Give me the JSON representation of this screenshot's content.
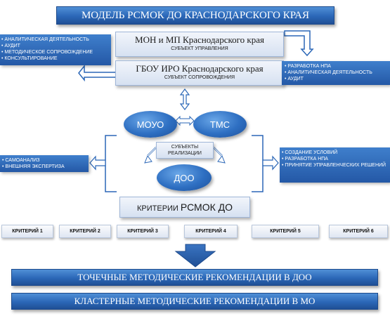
{
  "title": "МОДЕЛЬ РСМОК ДО КРАСНОДАРСКОГО КРАЯ",
  "mon_box": {
    "title": "МОН и МП Краснодарского края",
    "subtitle": "СУБЪЕКТ УПРАВЛЕНИЯ"
  },
  "gbou_box": {
    "title": "ГБОУ ИРО Краснодарского края",
    "subtitle": "СУБЪЕКТ СОПРОВОЖДЕНИЯ"
  },
  "top_left_list": [
    "АНАЛИТИЧЕСКАЯ ДЕЯТЕЛЬНОСТЬ",
    "АУДИТ",
    "МЕТОДИЧЕСКОЕ СОПРОВОЖДЕНИЕ",
    "КОНСУЛЬТИРОВАНИЕ"
  ],
  "top_right_list": [
    "РАЗРАБОТКА НПА",
    "АНАЛИТИЧЕСКАЯ ДЕЯТЕЛЬНОСТЬ",
    "АУДИТ"
  ],
  "ellipses": {
    "mouo": "МОУО",
    "tms": "ТМС",
    "doo": "ДОО"
  },
  "subjects_label": [
    "СУБЪЕКТЫ",
    "РЕАЛИЗАЦИИ"
  ],
  "mid_left_list": [
    "САМОАНАЛИЗ",
    "ВНЕШНЯЯ ЭКСПЕРТИЗА"
  ],
  "mid_right_list": [
    "СОЗДАНИЕ УСЛОВИЙ",
    "РАЗРАБОТКА НПА",
    "ПРИНЯТИЕ УПРАВЛЕНЧЕСКИХ РЕШЕНИЙ"
  ],
  "criteria_title_a": "КРИТЕРИИ ",
  "criteria_title_b": "РСМОК ДО",
  "criteria": [
    "КРИТЕРИЙ 1",
    "КРИТЕРИЙ 2",
    "КРИТЕРИЙ 3",
    "КРИТЕРИЙ 4",
    "КРИТЕРИЙ 5",
    "КРИТЕРИЙ 6"
  ],
  "bottom_bar_1": "ТОЧЕЧНЫЕ МЕТОДИЧЕСКИЕ РЕКОМЕНДАЦИИ В ДОО",
  "bottom_bar_2": "КЛАСТЕРНЫЕ МЕТОДИЧЕСКИЕ РЕКОМЕНДАЦИИ В МО",
  "colors": {
    "accent_blue": "#2b67b7",
    "light_box": "#d6e1f1"
  }
}
